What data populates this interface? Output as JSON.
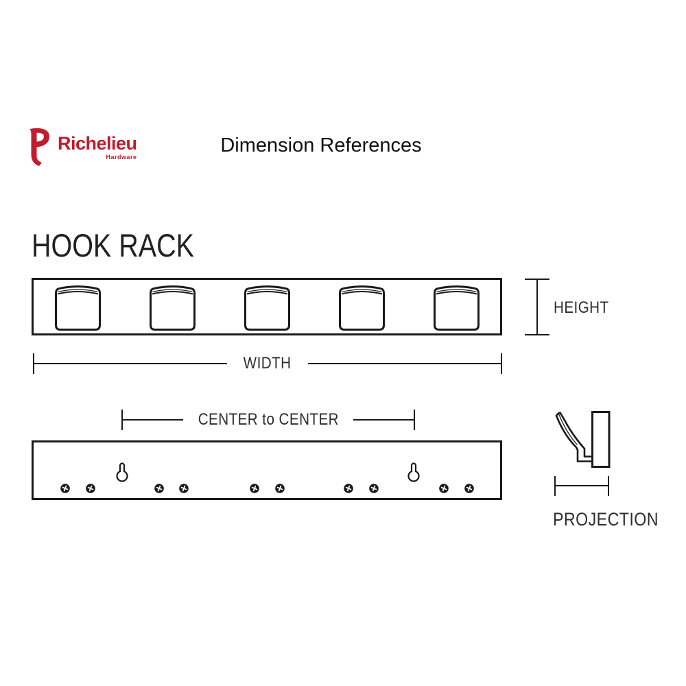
{
  "brand": {
    "name": "Richelieu",
    "tagline": "Hardware"
  },
  "title": "Dimension References",
  "product": {
    "heading": "HOOK RACK"
  },
  "labels": {
    "height": "HEIGHT",
    "width": "WIDTH",
    "center_to_center": "CENTER to CENTER",
    "projection": "PROJECTION"
  },
  "views": {
    "front": {
      "description": "hook rack front view with five hooks",
      "hook_count": 5
    },
    "back": {
      "description": "hook rack back view with mounting hardware",
      "screw_count": 10,
      "keyhole_count": 2
    },
    "side": {
      "description": "single hook side profile"
    }
  },
  "colors": {
    "line": "#1a1a1a",
    "text": "#2e2e2e",
    "brand_red": "#c21a2e"
  }
}
